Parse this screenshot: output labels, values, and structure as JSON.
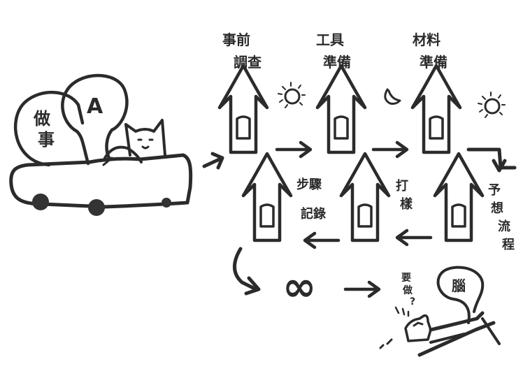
{
  "labels": {
    "bubble_small": [
      "做",
      "事"
    ],
    "bubble_big": "A",
    "step1": [
      "事前",
      "調查"
    ],
    "step2": [
      "工具",
      "準備"
    ],
    "step3": [
      "材料",
      "準備"
    ],
    "step4": [
      "予",
      "想",
      "流",
      "程"
    ],
    "step5": [
      "打",
      "樣"
    ],
    "step6": [
      "步驟",
      "記錄"
    ],
    "dream_question": [
      "要",
      "做",
      "?"
    ],
    "dream_bubble": "腦"
  },
  "symbols": {
    "infinity": "∞"
  },
  "colors": {
    "ink": "#2b2b2b",
    "paper": "#ffffff",
    "tire": "#333333"
  },
  "icons": [
    "sun-icon",
    "moon-icon",
    "cat-icon",
    "car-icon",
    "house-icon",
    "arrow-icon",
    "infinity-icon",
    "sleeping-person-icon"
  ]
}
